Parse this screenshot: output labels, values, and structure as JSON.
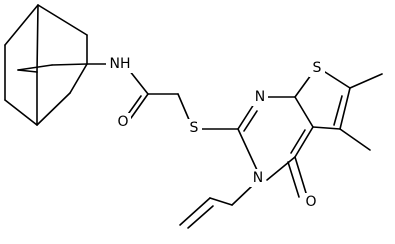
{
  "figure": {
    "kind": "skeletal-structural-formula",
    "background": "#ffffff",
    "line_color": "#000000"
  },
  "atoms": [
    {
      "id": "N_amide",
      "text": "NH"
    },
    {
      "id": "O_amide",
      "text": "O"
    },
    {
      "id": "S_thioether",
      "text": "S"
    },
    {
      "id": "N_ring_top",
      "text": "N"
    },
    {
      "id": "N_ring_allyl",
      "text": "N"
    },
    {
      "id": "O_ketone",
      "text": "O"
    },
    {
      "id": "S_thiophene",
      "text": "S"
    }
  ]
}
